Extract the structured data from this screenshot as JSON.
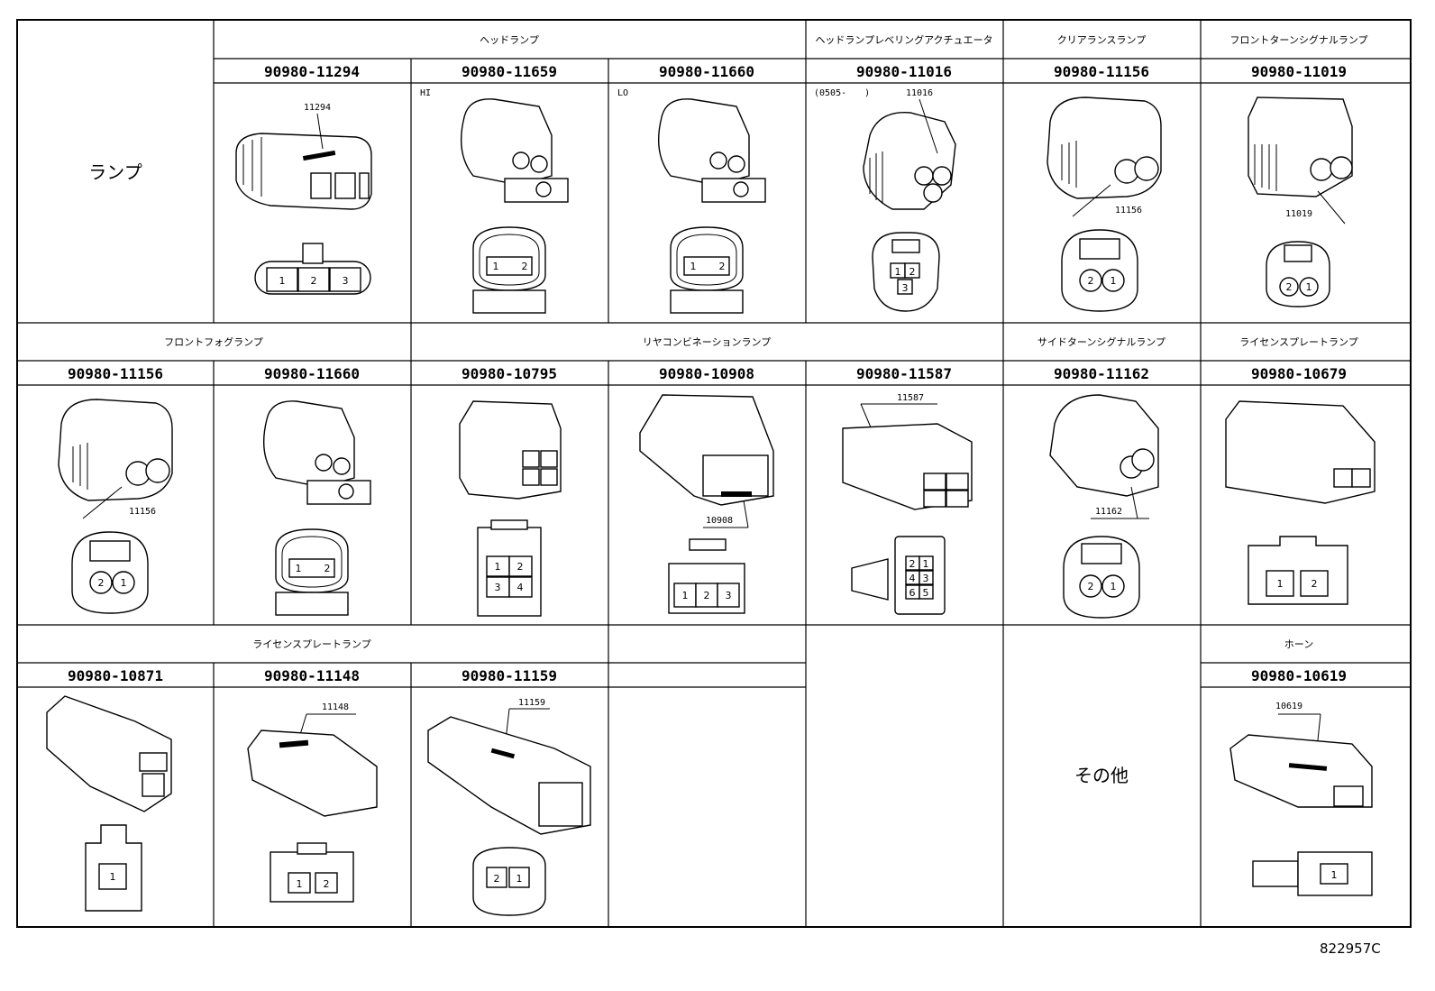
{
  "category_lamp": "ランプ",
  "category_other": "その他",
  "drawing_code": "822957C",
  "rows": [
    {
      "groups": [
        {
          "id": "headlamp",
          "title": "ヘッドランプ"
        },
        {
          "id": "leveling",
          "title": "ヘッドランプレベリングアクチュエータ"
        },
        {
          "id": "clearance",
          "title": "クリアランスランプ"
        },
        {
          "id": "front_turn",
          "title": "フロントターンシグナルランプ"
        }
      ],
      "parts": [
        {
          "part_number": "90980-11294",
          "marker": "",
          "tag": "11294",
          "pins": [
            "1",
            "2",
            "3"
          ]
        },
        {
          "part_number": "90980-11659",
          "marker": "HI",
          "tag": "",
          "pins": [
            "1",
            "2"
          ]
        },
        {
          "part_number": "90980-11660",
          "marker": "LO",
          "tag": "",
          "pins": [
            "1",
            "2"
          ]
        },
        {
          "part_number": "90980-11016",
          "marker": "(0505-　　)",
          "tag": "11016",
          "pins": [
            "1",
            "2",
            "3"
          ]
        },
        {
          "part_number": "90980-11156",
          "marker": "",
          "tag": "11156",
          "pins": [
            "2",
            "1"
          ]
        },
        {
          "part_number": "90980-11019",
          "marker": "",
          "tag": "11019",
          "pins": [
            "2",
            "1"
          ]
        }
      ]
    },
    {
      "groups": [
        {
          "id": "front_fog",
          "title": "フロントフォグランプ"
        },
        {
          "id": "rear_combo",
          "title": "リヤコンビネーションランプ"
        },
        {
          "id": "side_turn",
          "title": "サイドターンシグナルランプ"
        },
        {
          "id": "license1",
          "title": "ライセンスプレートランプ"
        }
      ],
      "parts": [
        {
          "part_number": "90980-11156",
          "marker": "",
          "tag": "11156",
          "pins": [
            "2",
            "1"
          ]
        },
        {
          "part_number": "90980-11660",
          "marker": "",
          "tag": "",
          "pins": [
            "1",
            "2"
          ]
        },
        {
          "part_number": "90980-10795",
          "marker": "",
          "tag": "",
          "pins": [
            "1",
            "2",
            "3",
            "4"
          ]
        },
        {
          "part_number": "90980-10908",
          "marker": "",
          "tag": "10908",
          "pins": [
            "1",
            "2",
            "3"
          ]
        },
        {
          "part_number": "90980-11587",
          "marker": "",
          "tag": "11587",
          "pins": [
            "2",
            "1",
            "4",
            "3",
            "6",
            "5"
          ]
        },
        {
          "part_number": "90980-11162",
          "marker": "",
          "tag": "11162",
          "pins": [
            "2",
            "1"
          ]
        },
        {
          "part_number": "90980-10679",
          "marker": "",
          "tag": "",
          "pins": [
            "1",
            "2"
          ]
        }
      ]
    },
    {
      "groups": [
        {
          "id": "license2",
          "title": "ライセンスプレートランプ"
        },
        {
          "id": "horn",
          "title": "ホーン"
        }
      ],
      "parts": [
        {
          "part_number": "90980-10871",
          "marker": "",
          "tag": "",
          "pins": [
            "1"
          ]
        },
        {
          "part_number": "90980-11148",
          "marker": "",
          "tag": "11148",
          "pins": [
            "1",
            "2"
          ]
        },
        {
          "part_number": "90980-11159",
          "marker": "",
          "tag": "11159",
          "pins": [
            "2",
            "1"
          ]
        },
        {
          "part_number": "90980-10619",
          "marker": "",
          "tag": "10619",
          "pins": [
            "1"
          ]
        }
      ]
    }
  ]
}
